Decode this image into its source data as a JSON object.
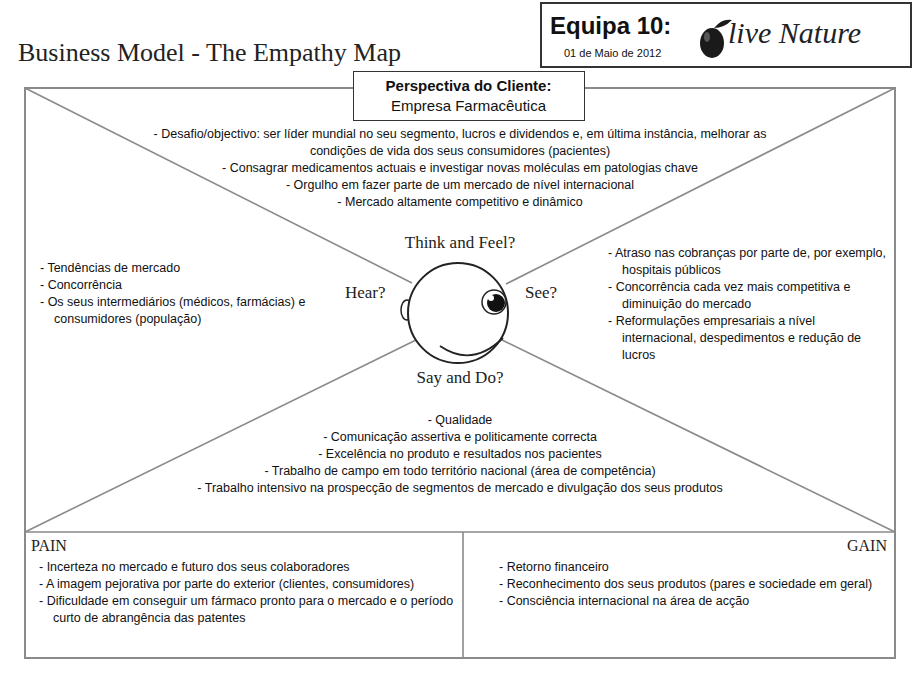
{
  "diagram": {
    "title": "Business Model - The Empathy Map",
    "nodes": [
      {
        "text": [
          "Equipa 10:",
          "live Nature",
          "01 de Maio de 2012"
        ]
      },
      {
        "text": [
          "Perspectiva do Cliente:",
          "Empresa Farmacêutica"
        ]
      },
      {
        "text": [
          "Think and Feel?",
          "- Desafio/objectivo: ser líder mundial no seu segmento, lucros e dividendos e, em última instância, melhorar as condições de vida dos seus consumidores (pacientes)",
          "- Consagrar medicamentos actuais e investigar novas moléculas em patologias chave",
          "- Orgulho em fazer parte de um mercado de nível internacional",
          "- Mercado altamente competitivo e dinâmico"
        ]
      },
      {
        "text": [
          "Hear?",
          "- Tendências de mercado",
          "- Concorrência",
          "- Os seus intermediários (médicos, farmácias) e consumidores (população)"
        ]
      },
      {
        "text": [
          "See?",
          "- Atraso nas cobranças por parte de, por exemplo, hospitais públicos",
          "- Concorrência cada vez mais competitiva e diminuição do mercado",
          "- Reformulações empresariais a nível internacional, despedimentos e redução de lucros"
        ]
      },
      {
        "text": [
          "Say and Do?",
          "- Qualidade",
          "- Comunicação assertiva e politicamente correcta",
          "- Excelência no produto e resultados nos pacientes",
          "- Trabalho de campo em todo território nacional (área de competência)",
          "- Trabalho intensivo na prospecção de segmentos de mercado e divulgação dos seus produtos"
        ]
      },
      {
        "text": [
          "PAIN",
          "- Incerteza no mercado e futuro dos seus colaboradores",
          "- A imagem pejorativa por parte do exterior (clientes, consumidores)",
          "- Dificuldade em conseguir um fármaco pronto para o mercado e o período curto de abrangência das patentes"
        ]
      },
      {
        "text": [
          "GAIN",
          "- Retorno financeiro",
          "- Reconhecimento dos seus produtos (pares e sociedade em geral)",
          "- Consciência internacional na área de acção"
        ]
      }
    ]
  }
}
